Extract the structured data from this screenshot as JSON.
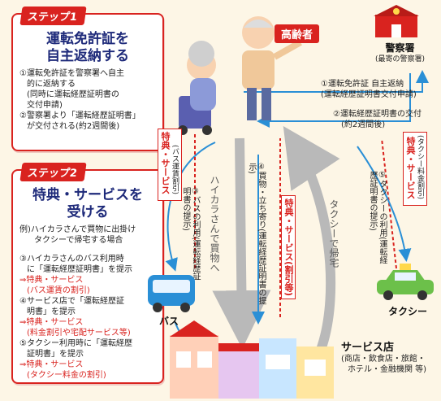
{
  "step1": {
    "tag": "ステップ1",
    "title_line1": "運転免許証を",
    "title_line2": "自主返納する",
    "items": [
      "①運転免許証を警察署へ自主",
      "的に返納する",
      "(同時に運転経歴証明書の",
      "交付申請)",
      "②警察署より「運転経歴証明書」",
      "が交付される(約2週間後)"
    ]
  },
  "step2": {
    "tag": "ステップ2",
    "title_line1": "特典・サービスを",
    "title_line2": "受ける",
    "example": [
      "例)ハイカラさんで買物に出掛け",
      "タクシーで帰宅する場合"
    ],
    "items": [
      {
        "t": "③ハイカラさんのバス利用時",
        "c": "txt"
      },
      {
        "t": "に「運転経歴証明書」を提示",
        "c": "txt"
      },
      {
        "t": "⇒特典・サービス",
        "c": "red"
      },
      {
        "t": "(バス運賃の割引)",
        "c": "red"
      },
      {
        "t": "④サービス店で「運転経歴証",
        "c": "txt"
      },
      {
        "t": "明書」を提示",
        "c": "txt"
      },
      {
        "t": "⇒特典・サービス",
        "c": "red"
      },
      {
        "t": "(料金割引や宅配サービス等)",
        "c": "red"
      },
      {
        "t": "⑤タクシー利用時に「運転経歴",
        "c": "txt"
      },
      {
        "t": "証明書」を提示",
        "c": "txt"
      },
      {
        "t": "⇒特典・サービス",
        "c": "red"
      },
      {
        "t": "(タクシー料金の割引)",
        "c": "red"
      }
    ]
  },
  "elderly_label": "高齢者",
  "police": {
    "name": "警察署",
    "sub": "(最寄の警察署)"
  },
  "flow1": {
    "line1": "①運転免許証 自主返納",
    "line2": "(運転経歴証明書交付申請)"
  },
  "flow2": {
    "line1": "②運転経歴証明書の交付",
    "line2": "(約2週間後)"
  },
  "bus_benefit": {
    "main": "特典・サービス",
    "sub": "(バス運賃割引)"
  },
  "bus_use": "③バスの利用(運転経歴証明書の提示)",
  "shop_use": "④買物・立ち寄り(運転経歴証明書の提示)",
  "shop_benefit": "特典・サービス(割引等)",
  "taxi_use": "⑤タクシーの利用(運転経歴証明書の提示)",
  "taxi_benefit": {
    "main": "特典・サービス",
    "sub": "(タクシー料金割引)"
  },
  "route_shopping": "ハイカラさんで買物へ",
  "route_taxi": "タクシーで帰宅",
  "bus_label": "バス",
  "taxi_label": "タクシー",
  "store": {
    "name": "サービス店",
    "line1": "(商店・飲食店・旅館・",
    "line2": "ホテル・金融機関 等)"
  },
  "colors": {
    "red": "#d9231f",
    "navy": "#1e2a7a",
    "blue": "#2a8fd6",
    "green": "#6cc04a",
    "gray": "#b9b9b9"
  }
}
